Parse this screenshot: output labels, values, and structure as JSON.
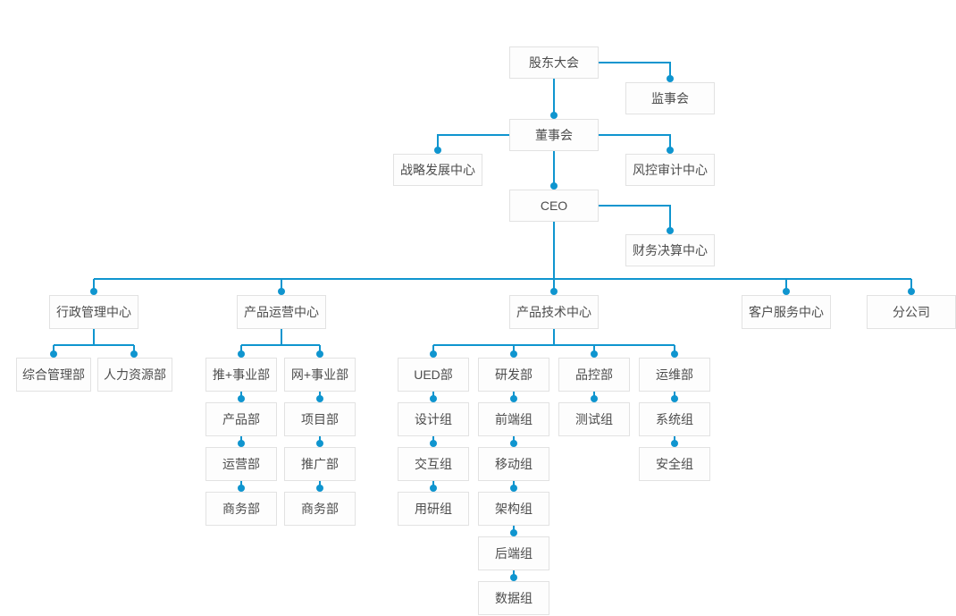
{
  "diagram": {
    "type": "org-chart",
    "colors": {
      "accent": "#0f95cf",
      "node_border": "#e2e2e2",
      "node_text": "#4d4d4d",
      "node_bg": "#fdfdfd",
      "bg": "#ffffff"
    },
    "nodes": {
      "shareholders_meeting": "股东大会",
      "supervisory_board": "监事会",
      "board_of_directors": "董事会",
      "strategy_center": "战略发展中心",
      "risk_audit_center": "风控审计中心",
      "ceo": "CEO",
      "finance_center": "财务决算中心",
      "admin_center": "行政管理中心",
      "general_admin_dept": "综合管理部",
      "hr_dept": "人力资源部",
      "product_ops_center": "产品运营中心",
      "tui_division": "推+事业部",
      "tui_product_dept": "产品部",
      "tui_operation_dept": "运营部",
      "tui_business_dept": "商务部",
      "wang_division": "网+事业部",
      "wang_project_dept": "项目部",
      "wang_promotion_dept": "推广部",
      "wang_business_dept": "商务部",
      "product_tech_center": "产品技术中心",
      "ued_dept": "UED部",
      "design_team": "设计组",
      "interaction_team": "交互组",
      "user_research_team": "用研组",
      "rd_dept": "研发部",
      "frontend_team": "前端组",
      "mobile_team": "移动组",
      "architecture_team": "架构组",
      "backend_team": "后端组",
      "data_team": "数据组",
      "qc_dept": "品控部",
      "test_team": "测试组",
      "om_dept": "运维部",
      "system_team": "系统组",
      "security_team": "安全组",
      "customer_service_center": "客户服务中心",
      "branch_company": "分公司"
    },
    "edges": [
      [
        "shareholders_meeting",
        "supervisory_board"
      ],
      [
        "shareholders_meeting",
        "board_of_directors"
      ],
      [
        "board_of_directors",
        "strategy_center"
      ],
      [
        "board_of_directors",
        "risk_audit_center"
      ],
      [
        "board_of_directors",
        "ceo"
      ],
      [
        "ceo",
        "finance_center"
      ],
      [
        "ceo",
        "admin_center"
      ],
      [
        "ceo",
        "product_ops_center"
      ],
      [
        "ceo",
        "product_tech_center"
      ],
      [
        "ceo",
        "customer_service_center"
      ],
      [
        "ceo",
        "branch_company"
      ],
      [
        "admin_center",
        "general_admin_dept"
      ],
      [
        "admin_center",
        "hr_dept"
      ],
      [
        "product_ops_center",
        "tui_division"
      ],
      [
        "product_ops_center",
        "wang_division"
      ],
      [
        "tui_division",
        "tui_product_dept"
      ],
      [
        "tui_product_dept",
        "tui_operation_dept"
      ],
      [
        "tui_operation_dept",
        "tui_business_dept"
      ],
      [
        "wang_division",
        "wang_project_dept"
      ],
      [
        "wang_project_dept",
        "wang_promotion_dept"
      ],
      [
        "wang_promotion_dept",
        "wang_business_dept"
      ],
      [
        "product_tech_center",
        "ued_dept"
      ],
      [
        "product_tech_center",
        "rd_dept"
      ],
      [
        "product_tech_center",
        "qc_dept"
      ],
      [
        "product_tech_center",
        "om_dept"
      ],
      [
        "ued_dept",
        "design_team"
      ],
      [
        "design_team",
        "interaction_team"
      ],
      [
        "interaction_team",
        "user_research_team"
      ],
      [
        "rd_dept",
        "frontend_team"
      ],
      [
        "frontend_team",
        "mobile_team"
      ],
      [
        "mobile_team",
        "architecture_team"
      ],
      [
        "architecture_team",
        "backend_team"
      ],
      [
        "backend_team",
        "data_team"
      ],
      [
        "qc_dept",
        "test_team"
      ],
      [
        "om_dept",
        "system_team"
      ],
      [
        "system_team",
        "security_team"
      ]
    ]
  }
}
